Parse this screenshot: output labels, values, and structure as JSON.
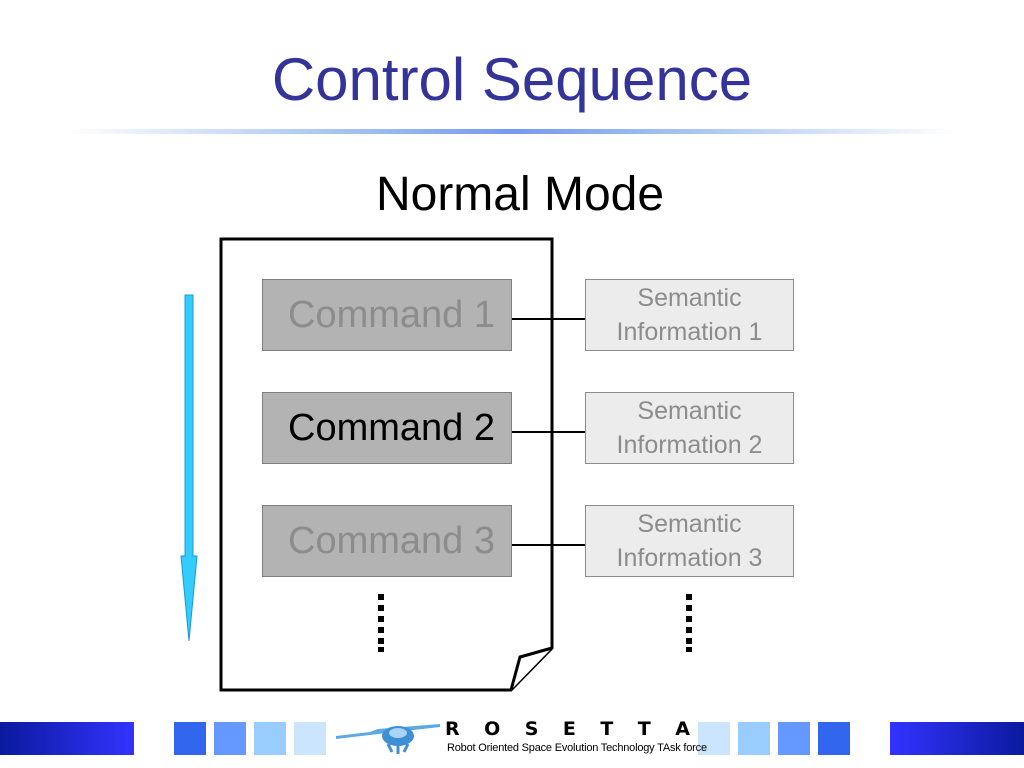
{
  "slide": {
    "title": "Control Sequence",
    "subtitle": "Normal Mode"
  },
  "commands": [
    {
      "label": "Command 1",
      "active": false
    },
    {
      "label": "Command 2",
      "active": true
    },
    {
      "label": "Command 3",
      "active": false
    }
  ],
  "semantic": [
    {
      "line1": "Semantic",
      "line2": "Information 1"
    },
    {
      "line1": "Semantic",
      "line2": "Information 2"
    },
    {
      "line1": "Semantic",
      "line2": "Information 3"
    }
  ],
  "colors": {
    "title": "#333399",
    "command_fill": "#b3b3b3",
    "command_text_inactive": "#8c8c8c",
    "command_text_active": "#000000",
    "semantic_fill": "#ececec",
    "arrow": "#33ccff"
  },
  "footer": {
    "logo_letters": [
      "R",
      "O",
      "S",
      "E",
      "T",
      "T",
      "A"
    ],
    "tagline": "Robot Oriented Space Evolution Technology TAsk force"
  }
}
